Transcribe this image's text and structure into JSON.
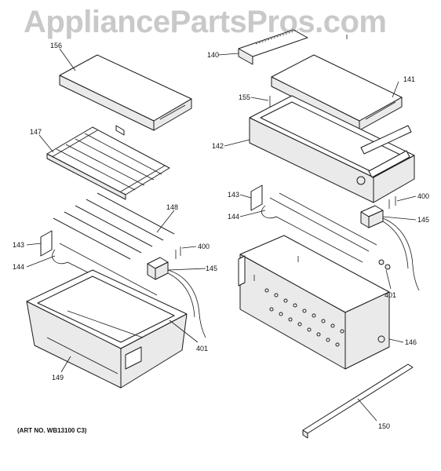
{
  "watermark": "AppliancePartsPros.com",
  "art_number": "(ART NO. WB13100 C3)",
  "callouts": {
    "c156": "156",
    "c147": "147",
    "c148": "148",
    "c143_left": "143",
    "c144_left": "144",
    "c400_left": "400",
    "c145_left": "145",
    "c401_left": "401",
    "c149": "149",
    "c140": "140",
    "c141": "141",
    "c155": "155",
    "c142": "142",
    "c143_right": "143",
    "c144_right": "144",
    "c400_right": "400",
    "c145_right": "145",
    "c401_right": "401",
    "c146": "146",
    "c150": "150"
  }
}
